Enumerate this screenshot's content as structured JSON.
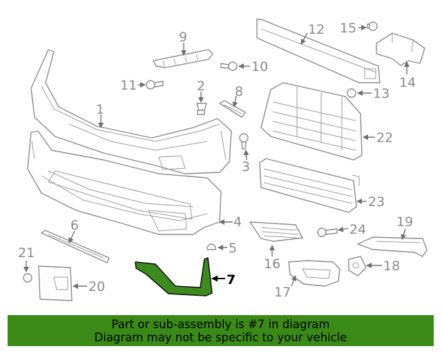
{
  "diagram": {
    "highlighted_part": "7",
    "callouts": [
      "1",
      "2",
      "3",
      "4",
      "5",
      "6",
      "7",
      "8",
      "9",
      "10",
      "11",
      "12",
      "13",
      "14",
      "15",
      "16",
      "17",
      "18",
      "19",
      "20",
      "21",
      "22",
      "23",
      "24"
    ]
  },
  "banner": {
    "line1": "Part or sub-assembly is #7 in diagram",
    "line2": "Diagram may not be specific to your vehicle",
    "background_color": "#3b8a17"
  }
}
